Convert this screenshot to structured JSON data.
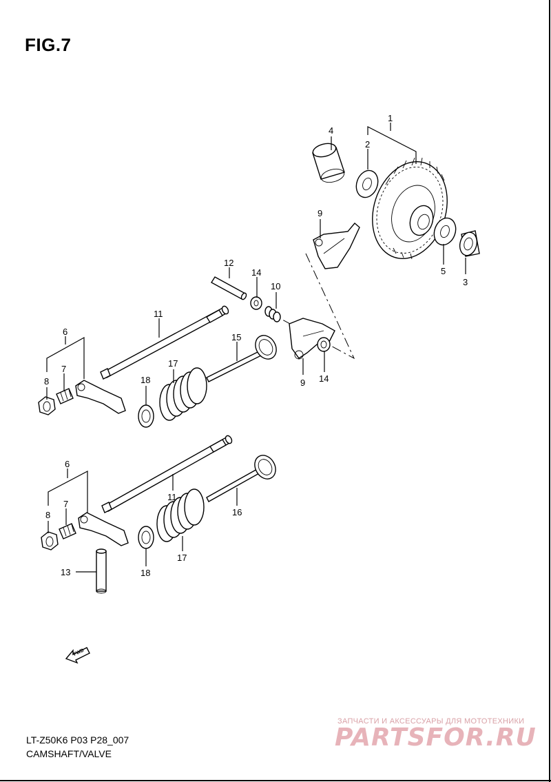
{
  "figure_title": "FIG.7",
  "footer": {
    "model_code": "LT-Z50K6 P03 P28_007",
    "section_title": "CAMSHAFT/VALVE"
  },
  "watermark": {
    "caption": "ЗАПЧАСТИ И АКСЕССУАРЫ ДЛЯ МОТОТЕХНИКИ",
    "logo": "PARTSFOR.RU"
  },
  "fwd_label": "FWD",
  "colors": {
    "ink": "#000000",
    "watermark": "#e7b3b9",
    "background": "#ffffff"
  },
  "callouts": {
    "c1": "1",
    "c2": "2",
    "c3": "3",
    "c4": "4",
    "c5": "5",
    "c9a": "9",
    "c9b": "9",
    "c10": "10",
    "c12": "12",
    "c14a": "14",
    "c14b": "14",
    "c11a": "11",
    "c15": "15",
    "c17a": "17",
    "c18a": "18",
    "c6a": "6",
    "c7a": "7",
    "c8a": "8",
    "c6b": "6",
    "c7b": "7",
    "c8b": "8",
    "c11b": "11",
    "c16": "16",
    "c17b": "17",
    "c18b": "18",
    "c13": "13"
  }
}
